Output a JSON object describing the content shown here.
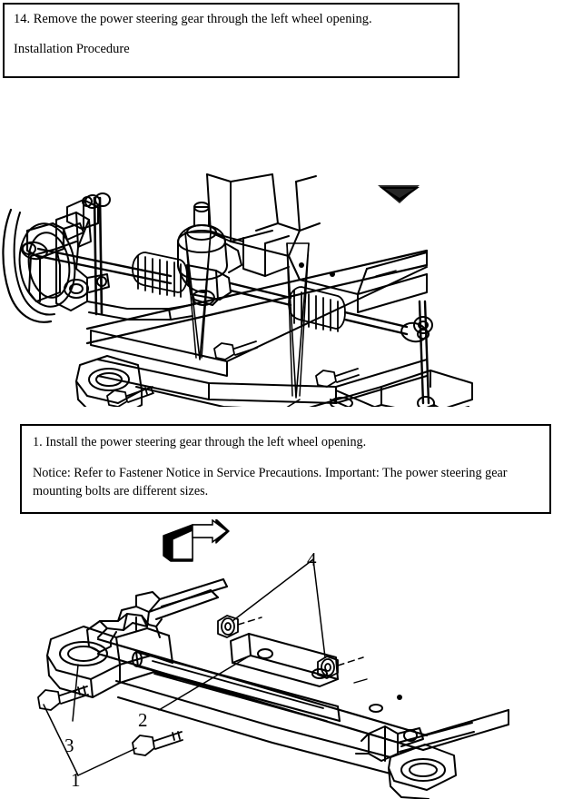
{
  "document": {
    "type": "automotive-service-procedure",
    "subject": "Power Steering Gear Removal and Installation"
  },
  "removal_box": {
    "step_text": "14. Remove the power steering gear through the left wheel opening.",
    "heading_text": "Installation Procedure"
  },
  "install_box": {
    "step_text": "1. Install the power steering gear through the left wheel opening.",
    "notice_text": "Notice: Refer to Fastener Notice in Service Precautions. Important: The power steering gear mounting bolts are different sizes."
  },
  "figure_removal": {
    "caption": "",
    "description": "Line drawing of front subframe, steering knuckle, brake rotor and caliper, tie rods, steering gear with bellows boots, and mounting bolts with leader lines",
    "arrow_direction": "down"
  },
  "figure_installation": {
    "caption": "",
    "description": "Line drawing of front subframe crossmember with power steering gear being installed, showing mounting bolts and nuts",
    "arrow_direction": "right"
  },
  "callouts": [
    {
      "id": "1",
      "label": "1"
    },
    {
      "id": "2",
      "label": "2"
    },
    {
      "id": "3",
      "label": "3"
    },
    {
      "id": "4",
      "label": "4"
    }
  ],
  "colors": {
    "ink": "#000000",
    "paper": "#ffffff"
  }
}
